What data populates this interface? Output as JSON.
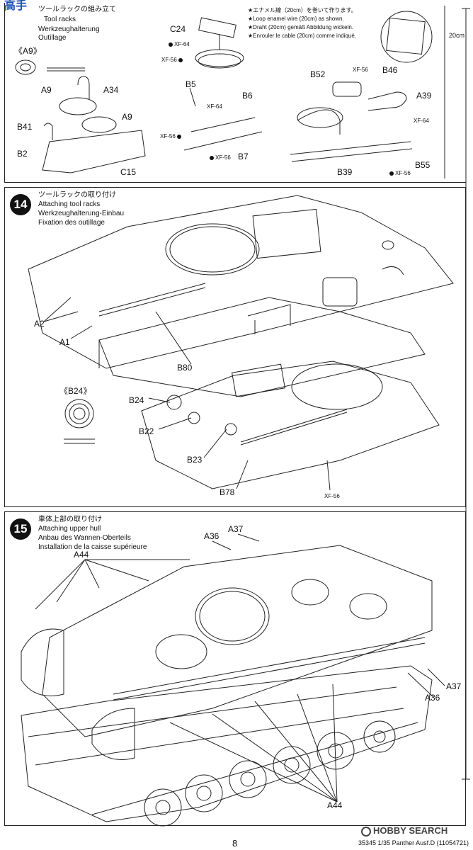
{
  "watermark_top": "高手",
  "step13": {
    "title_jp": "ツールラックの組み立て",
    "title_en": "Tool racks",
    "title_de": "Werkzeughalterung",
    "title_fr": "Outillage",
    "note_lines": [
      "★エナメル線（20cm）を巻いて作ります。",
      "★Loop enamel wire (20cm) as shown.",
      "★Draht (20cm) gemäß Abbildung wickeln.",
      "★Enrouler le cable (20cm) comme indiqué."
    ],
    "detail_a9": "《A9》",
    "scale_label": "20cm",
    "parts": [
      "A9",
      "A34",
      "A9",
      "B41",
      "B2",
      "C15",
      "C24",
      "B5",
      "B6",
      "B7",
      "B52",
      "B46",
      "A39",
      "B55",
      "B39"
    ],
    "paints": [
      "XF-64",
      "XF-56",
      "XF-64",
      "XF-56",
      "XF-56",
      "XF-56",
      "XF-64",
      "XF-56"
    ]
  },
  "step14": {
    "number": "14",
    "title_jp": "ツールラックの取り付け",
    "title_en": "Attaching tool racks",
    "title_de": "Werkzeughalterung-Einbau",
    "title_fr": "Fixation des outillage",
    "detail_b24": "《B24》",
    "parts": [
      "A2",
      "A1",
      "B80",
      "B24",
      "B22",
      "B23",
      "B78"
    ],
    "paints": [
      "XF-56"
    ]
  },
  "step15": {
    "number": "15",
    "title_jp": "車体上部の取り付け",
    "title_en": "Attaching upper hull",
    "title_de": "Anbau des Wannen-Oberteils",
    "title_fr": "Installation de la caisse supérieure",
    "parts": [
      "A36",
      "A37",
      "A44",
      "A37",
      "A36",
      "A44"
    ]
  },
  "footer": {
    "page_number": "8",
    "product_code": "35345",
    "product_name": "1/35 Panther Ausf.D",
    "product_id": "(11054721)",
    "watermark": "HOBBY SEARCH"
  }
}
